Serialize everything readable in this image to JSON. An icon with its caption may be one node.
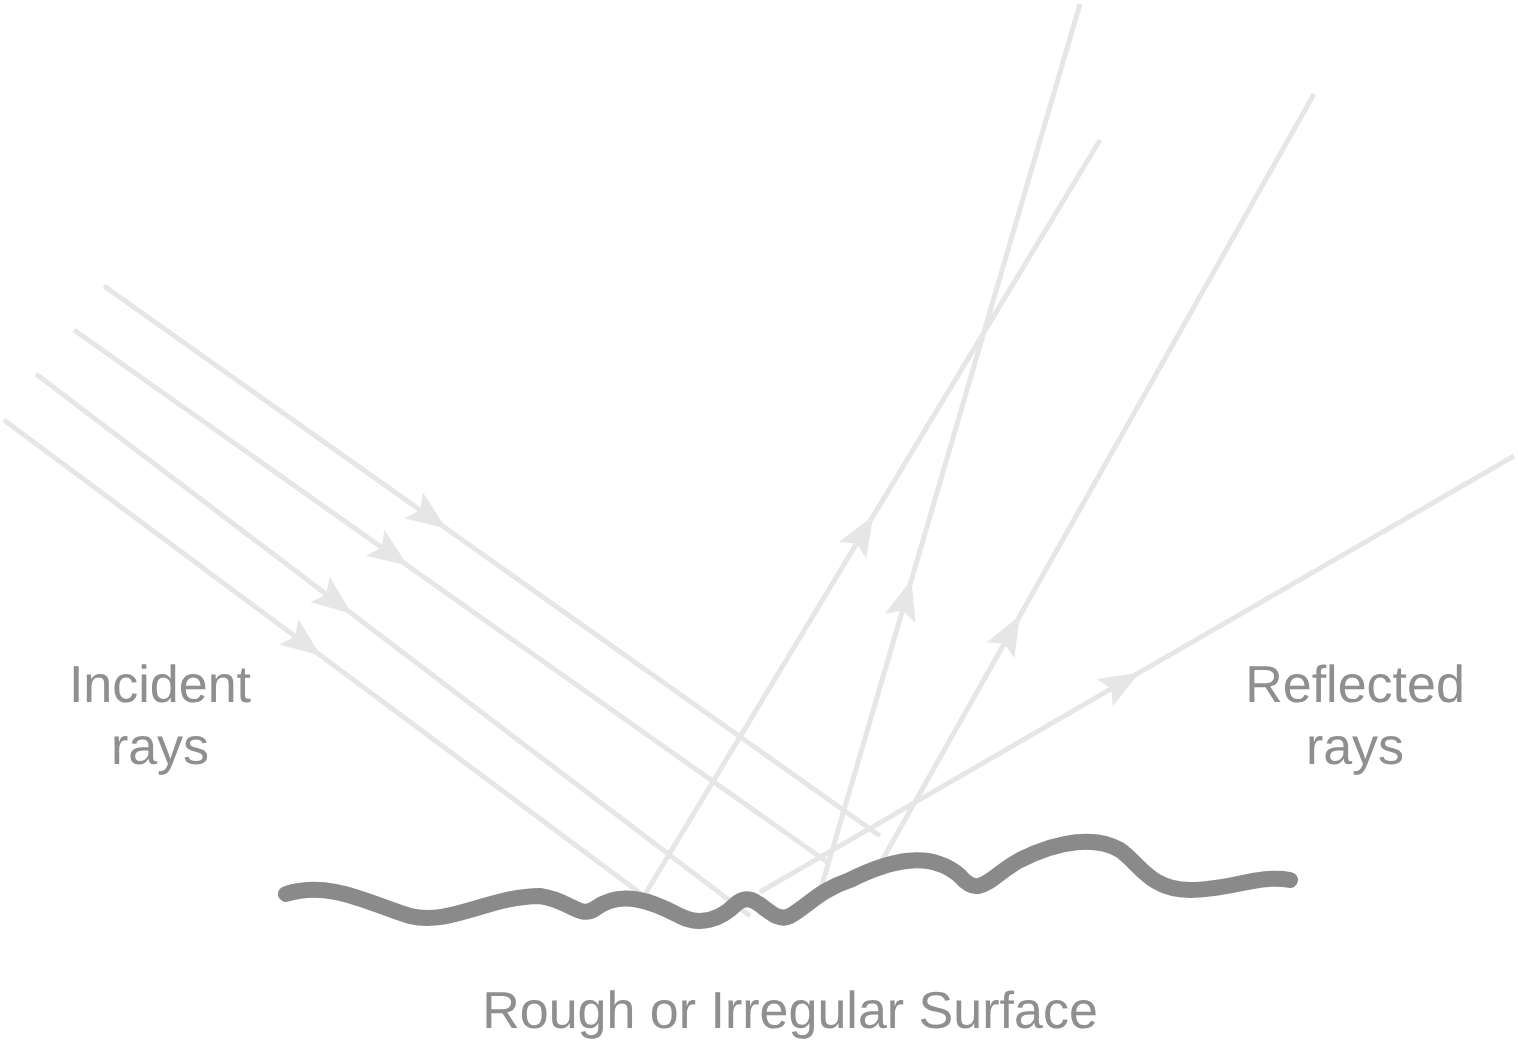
{
  "diagram": {
    "labels": [
      "Incident rays",
      "Reflected rays",
      "Rough or Irregular Surface"
    ]
  }
}
